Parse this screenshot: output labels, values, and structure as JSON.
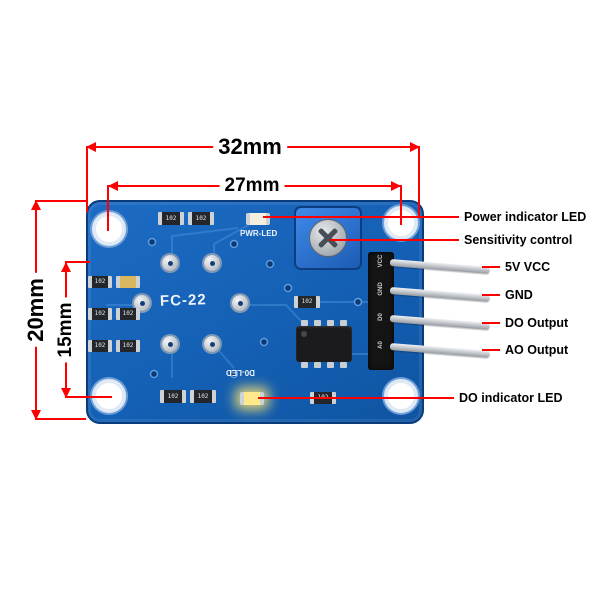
{
  "dimensions": {
    "outer_width": "32mm",
    "inner_width": "27mm",
    "outer_height": "20mm",
    "inner_height": "15mm"
  },
  "board": {
    "part_number": "FC-22",
    "pwr_led_label": "PWR-LED",
    "do_led_label": "D0-LED",
    "smd_code": "102",
    "header_pin_labels": [
      "VCC",
      "GND",
      "D0",
      "A0"
    ]
  },
  "callouts": {
    "power_led": "Power indicator LED",
    "sensitivity": "Sensitivity control",
    "vcc": "5V VCC",
    "gnd": "GND",
    "do_out": "DO Output",
    "ao_out": "AO Output",
    "do_led": "DO indicator LED"
  },
  "colors": {
    "annotation_red": "#ff0000",
    "pcb_blue": "#1460b4",
    "pot_blue": "#2e7de0",
    "led_glow_yellow": "#ffe98a",
    "label_text": "#000000"
  }
}
